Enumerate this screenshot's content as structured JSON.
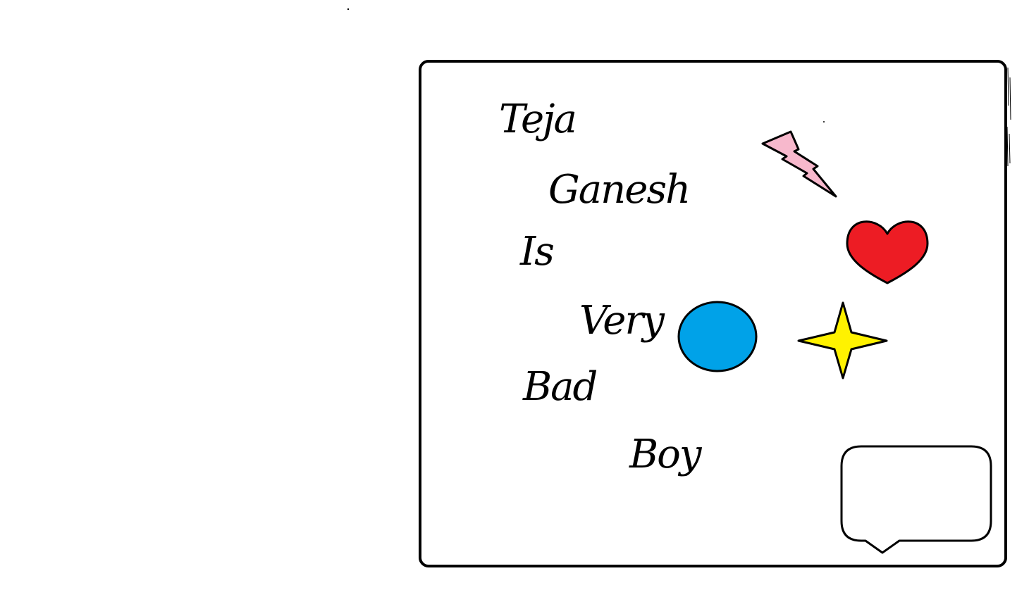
{
  "words": {
    "w1": "Teja",
    "w2": "Ganesh",
    "w3": "Is",
    "w4": "Very",
    "w5": "Bad",
    "w6": "Boy"
  },
  "colors": {
    "background": "#ffffff",
    "frame_border": "#000000",
    "text": "#000000",
    "lightning_fill": "#f7b8cc",
    "heart_fill": "#ed1c24",
    "circle_fill": "#00a2e8",
    "star_fill": "#fff200",
    "speech_bubble_fill": "#ffffff"
  },
  "icons": [
    "lightning-icon",
    "heart-icon",
    "circle-shape",
    "four-point-star-icon",
    "speech-bubble-icon"
  ]
}
